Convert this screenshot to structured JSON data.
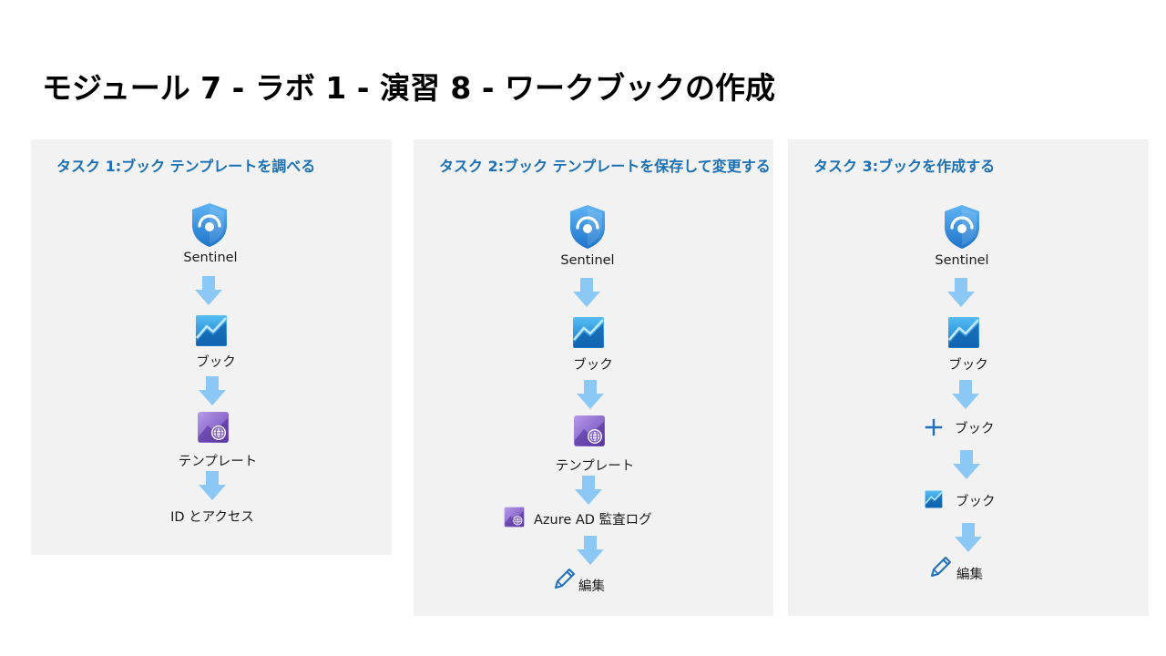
{
  "title": "モジュール 7 - ラボ 1 - 演習 8 - ワークブックの作成",
  "colors": {
    "panel_bg": "#f2f2f2",
    "heading": "#1a6fb5",
    "arrow": "#8cc8f5",
    "shield": "#2b8fe0",
    "workbook": "#1e88d8",
    "template": "#8661c5"
  },
  "panels": [
    {
      "heading": "タスク 1:ブック テンプレートを調べる",
      "nodes": [
        {
          "icon": "sentinel-shield-icon",
          "label": "Sentinel"
        },
        {
          "icon": "workbook-chart-icon",
          "label": "ブック"
        },
        {
          "icon": "template-globe-icon",
          "label": "テンプレート"
        },
        {
          "icon": "",
          "label": "ID とアクセス"
        }
      ]
    },
    {
      "heading": "タスク 2:ブック テンプレートを保存して変更する",
      "nodes": [
        {
          "icon": "sentinel-shield-icon",
          "label": "Sentinel"
        },
        {
          "icon": "workbook-chart-icon",
          "label": "ブック"
        },
        {
          "icon": "template-globe-icon",
          "label": "テンプレート"
        },
        {
          "icon": "template-globe-icon",
          "label": "Azure AD 監査ログ"
        },
        {
          "icon": "pencil-icon",
          "label": "編集"
        }
      ]
    },
    {
      "heading": "タスク 3:ブックを作成する",
      "nodes": [
        {
          "icon": "sentinel-shield-icon",
          "label": "Sentinel"
        },
        {
          "icon": "workbook-chart-icon",
          "label": "ブック"
        },
        {
          "icon": "plus-icon",
          "label": "ブック"
        },
        {
          "icon": "workbook-chart-icon",
          "label": "ブック"
        },
        {
          "icon": "pencil-icon",
          "label": "編集"
        }
      ]
    }
  ]
}
